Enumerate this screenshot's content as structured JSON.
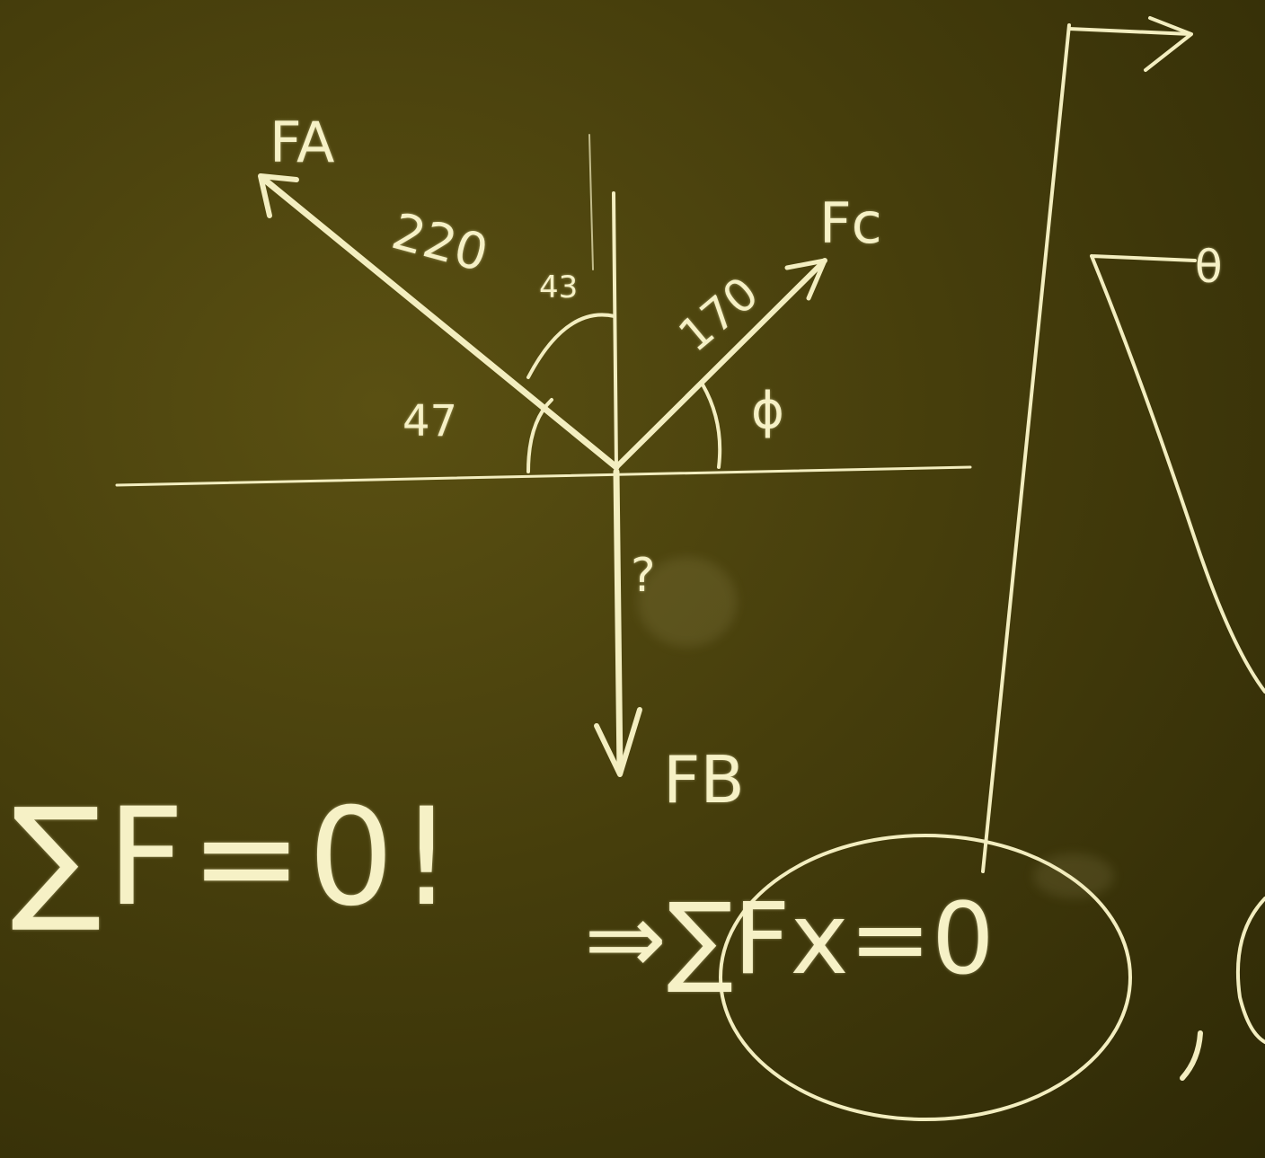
{
  "board": {
    "force_a_label": "FA",
    "force_c_label": "Fc",
    "force_b_label": "FB",
    "magnitude_a": "220",
    "angle_top": "43",
    "magnitude_c": "170",
    "angle_left": "47",
    "angle_right": "ϕ",
    "unknown_b": "?",
    "theta_label": "θ",
    "equation_main": "∑F=0!",
    "equation_x": "⇒∑Fx=0",
    "chalk_color": "#f3eec0",
    "board_color": "#463e0c"
  }
}
